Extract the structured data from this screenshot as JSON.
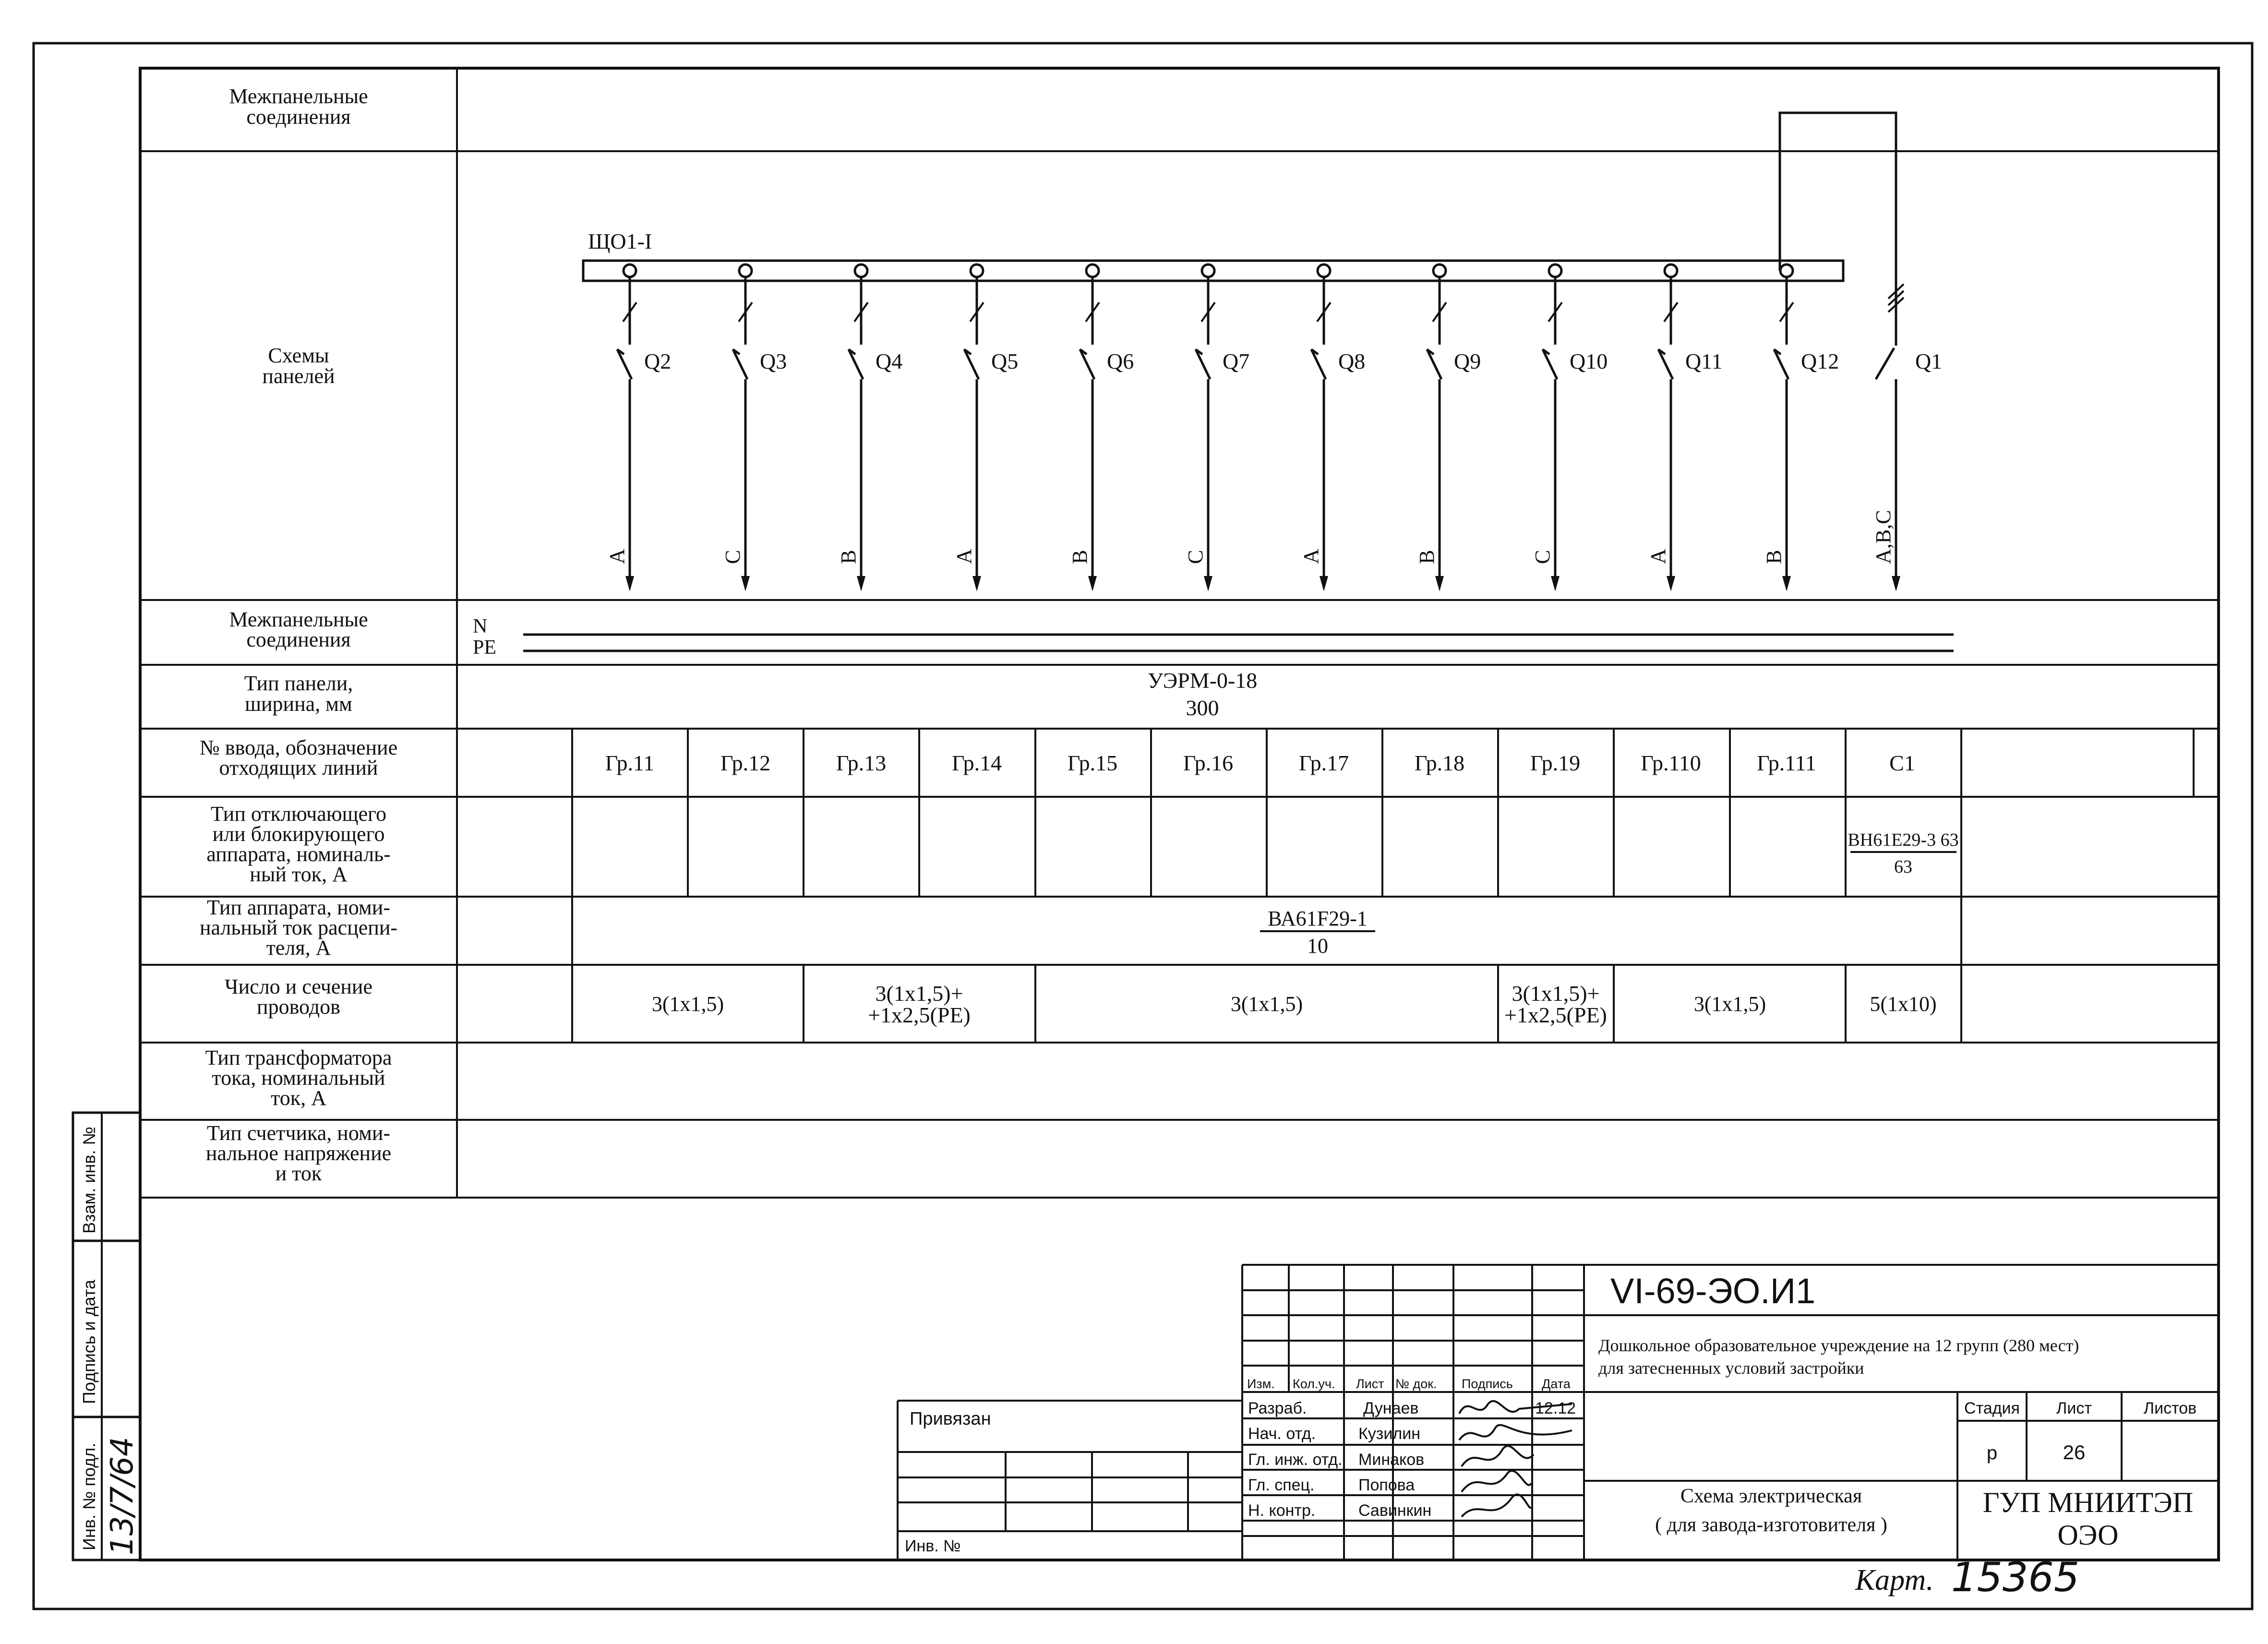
{
  "row_labels": {
    "interpanel_top": [
      "Межпанельные",
      "соединения"
    ],
    "schemes": [
      "Схемы",
      "панелей"
    ],
    "interpanel_bottom": [
      "Межпанельные",
      "соединения"
    ],
    "panel_type": [
      "Тип панели,",
      "ширина, мм"
    ],
    "input_no": [
      "№ ввода, обозначение",
      "отходящих линий"
    ],
    "disconnect_type": [
      "Тип отключающего",
      "или блокирующего",
      "аппарата, номиналь-",
      "ный ток, А"
    ],
    "apparatus_type": [
      "Тип аппарата, номи-",
      "нальный ток расцепи-",
      "теля, А"
    ],
    "wires": [
      "Число и сечение",
      "проводов"
    ],
    "ct_type": [
      "Тип трансформатора",
      "тока, номинальный",
      "ток, А"
    ],
    "meter_type": [
      "Тип счетчика, номи-",
      "нальное напряжение",
      "и ток"
    ]
  },
  "scheme": {
    "bus_label": "ЩО1-I",
    "breakers": [
      {
        "id": "Q2",
        "phase": "A"
      },
      {
        "id": "Q3",
        "phase": "C"
      },
      {
        "id": "Q4",
        "phase": "B"
      },
      {
        "id": "Q5",
        "phase": "A"
      },
      {
        "id": "Q6",
        "phase": "B"
      },
      {
        "id": "Q7",
        "phase": "C"
      },
      {
        "id": "Q8",
        "phase": "A"
      },
      {
        "id": "Q9",
        "phase": "B"
      },
      {
        "id": "Q10",
        "phase": "C"
      },
      {
        "id": "Q11",
        "phase": "A"
      },
      {
        "id": "Q12",
        "phase": "B"
      }
    ],
    "main_switch": {
      "id": "Q1",
      "phase": "A,B,C"
    },
    "n_label": "N",
    "pe_label": "PE"
  },
  "panel": {
    "type": "УЭРМ-0-18",
    "width": "300"
  },
  "groups": [
    "Гр.11",
    "Гр.12",
    "Гр.13",
    "Гр.14",
    "Гр.15",
    "Гр.16",
    "Гр.17",
    "Гр.18",
    "Гр.19",
    "Гр.110",
    "Гр.111",
    "С1"
  ],
  "disconnect": {
    "type": "ВН61Е29-3 63",
    "current": "63"
  },
  "apparatus": {
    "type": "ВА61F29-1",
    "current": "10"
  },
  "wires": {
    "w1": "3(1x1,5)",
    "w2_line1": "3(1x1,5)+",
    "w2_line2": "+1x2,5(PE)",
    "w3": "3(1x1,5)",
    "w4_line1": "3(1x1,5)+",
    "w4_line2": "+1x2,5(PE)",
    "w5": "3(1x1,5)",
    "w6": "5(1x10)"
  },
  "side_stamp": {
    "vzam": "Взам. инв. №",
    "podpis": "Подпись и дата",
    "inv_podl": "Инв. № подл.",
    "inv_value": "13/7/64"
  },
  "title_block": {
    "code": "VI-69-ЭО.И1",
    "project_line1": "Дошкольное образовательное учреждение на 12 групп (280 мест)",
    "project_line2": "для затесненных условий застройки",
    "col_headers": [
      "Изм.",
      "Кол.уч.",
      "Лист",
      "№ док.",
      "Подпись",
      "Дата"
    ],
    "roles": [
      "Разраб.",
      "Нач. отд.",
      "Гл. инж. отд.",
      "Гл. спец.",
      "Н. контр."
    ],
    "names": [
      "Дунаев",
      "Кузилин",
      "Минаков",
      "Попова",
      "Савинкин"
    ],
    "date": "12.12",
    "privyazan": "Привязан",
    "inv_no": "Инв. №",
    "stage_label": "Стадия",
    "sheet_label": "Лист",
    "sheets_label": "Листов",
    "stage": "р",
    "sheet": "26",
    "sheets": "",
    "scheme_title_line1": "Схема электрическая",
    "scheme_title_line2": "( для завода-изготовителя )",
    "org_line1": "ГУП  МНИИТЭП",
    "org_line2": "ОЭО"
  },
  "kart": {
    "label": "Карт.",
    "number": "15365"
  }
}
